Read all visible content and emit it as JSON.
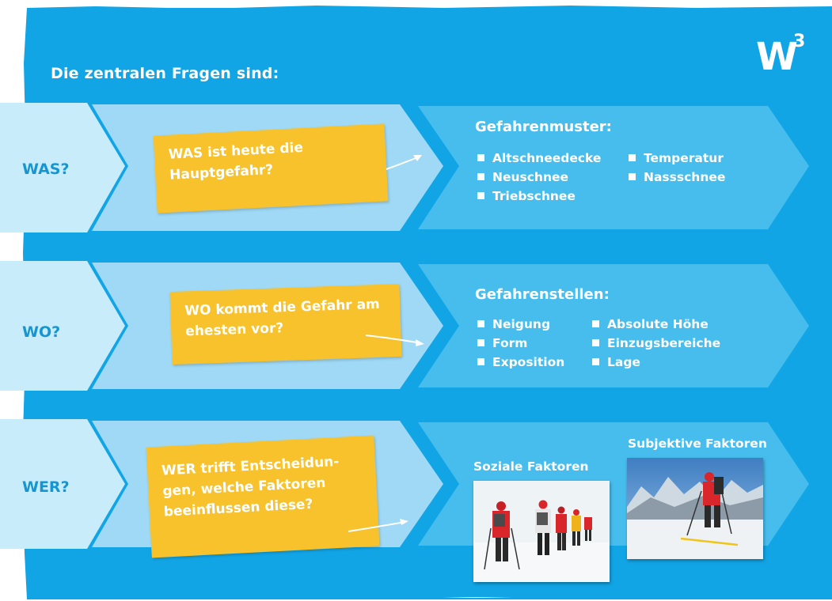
{
  "headline": "Die zentralen Fragen sind:",
  "logo": {
    "letter": "W",
    "superscript": "3"
  },
  "colors": {
    "board": "#12a5e6",
    "label_chevron": "#c9ecfb",
    "middle_chevron": "#9fd9f6",
    "right_chevron": "#47bdee",
    "note": "#f7c22c",
    "label_text": "#1596d3"
  },
  "rows": [
    {
      "label": "WAS?",
      "note": "WAS ist heute die Hauptgefahr?",
      "panel_title": "Gefahrenmuster:",
      "bullets_left": [
        "Altschneedecke",
        "Neuschnee",
        "Triebschnee"
      ],
      "bullets_right": [
        "Temperatur",
        "Nassschnee"
      ]
    },
    {
      "label": "WO?",
      "note": "WO kommt die Gefahr am ehesten vor?",
      "panel_title": "Gefahrenstellen:",
      "bullets_left": [
        "Neigung",
        "Form",
        "Exposition"
      ],
      "bullets_right": [
        "Absolute Höhe",
        "Einzugsbereiche",
        "Lage"
      ]
    },
    {
      "label": "WER?",
      "note": "WER trifft Entscheidun-gen, welche Faktoren beeinflussen diese?",
      "photos": [
        {
          "caption": "Soziale Faktoren",
          "icon": "ski-touring-group-photo"
        },
        {
          "caption": "Subjektive Faktoren",
          "icon": "ski-tourer-mountain-photo"
        }
      ]
    }
  ]
}
